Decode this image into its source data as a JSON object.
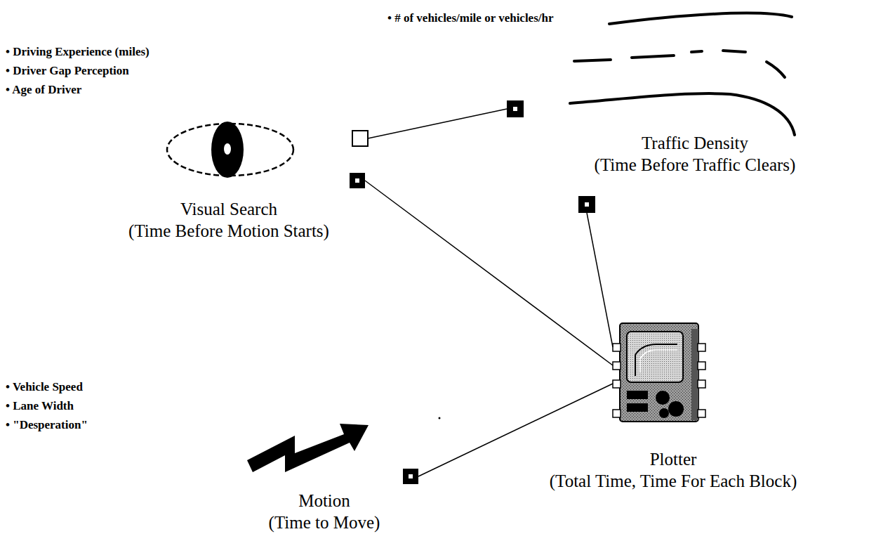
{
  "diagram": {
    "nodes": [
      {
        "text": [
          "Visual Search",
          "(Time Before Motion Starts)"
        ]
      },
      {
        "text": [
          "Traffic Density",
          "(Time Before Traffic Clears)"
        ]
      },
      {
        "text": [
          "Motion",
          "(Time to Move)"
        ]
      },
      {
        "text": [
          "Plotter",
          "(Total Time, Time For Each Block)"
        ]
      }
    ],
    "edges": [
      {
        "from": 1,
        "to": 0,
        "arrow": "none"
      },
      {
        "from": 0,
        "to": 3,
        "arrow": "none"
      },
      {
        "from": 1,
        "to": 3,
        "arrow": "none"
      },
      {
        "from": 2,
        "to": 3,
        "arrow": "none"
      }
    ],
    "labels": [
      "• # of vehicles/mile or vehicles/hr",
      "• Driving Experience (miles)",
      "• Driver Gap Perception",
      "• Age of Driver",
      "• Vehicle Speed",
      "• Lane Width",
      "• \"Desperation\""
    ]
  }
}
